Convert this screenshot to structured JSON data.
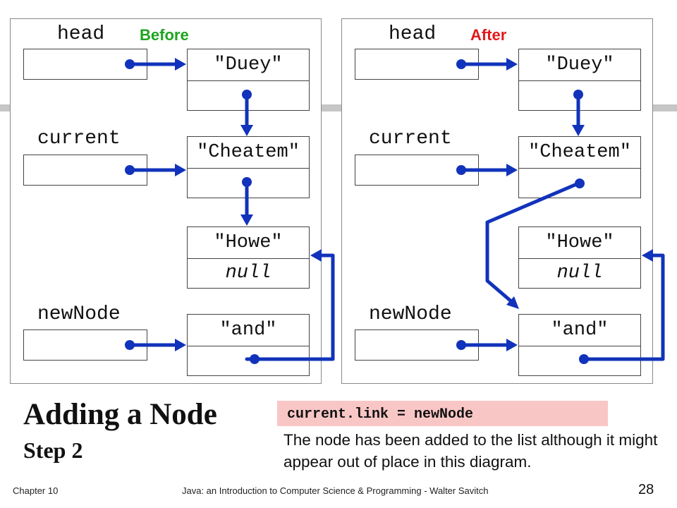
{
  "panels": [
    {
      "tag": "Before",
      "tag_color": "#1fa31f",
      "vars": {
        "head": "head",
        "current": "current",
        "newNode": "newNode"
      },
      "nodes": [
        {
          "data": "\"Duey\"",
          "link": ""
        },
        {
          "data": "\"Cheatem\"",
          "link": ""
        },
        {
          "data": "\"Howe\"",
          "link": "null"
        },
        {
          "data": "\"and\"",
          "link": ""
        }
      ]
    },
    {
      "tag": "After",
      "tag_color": "#e01b1b",
      "vars": {
        "head": "head",
        "current": "current",
        "newNode": "newNode"
      },
      "nodes": [
        {
          "data": "\"Duey\"",
          "link": ""
        },
        {
          "data": "\"Cheatem\"",
          "link": ""
        },
        {
          "data": "\"Howe\"",
          "link": "null"
        },
        {
          "data": "\"and\"",
          "link": ""
        }
      ]
    }
  ],
  "title": "Adding a Node",
  "subtitle": "Step 2",
  "code": "current.link = newNode",
  "description": "The node has been added to the list although it might appear out of place in this diagram.",
  "footer": {
    "chapter": "Chapter 10",
    "book": "Java: an Introduction to Computer Science & Programming - Walter Savitch",
    "page": "28"
  },
  "colors": {
    "arrow": "#1133bb",
    "code_bg": "#f9c6c6"
  }
}
